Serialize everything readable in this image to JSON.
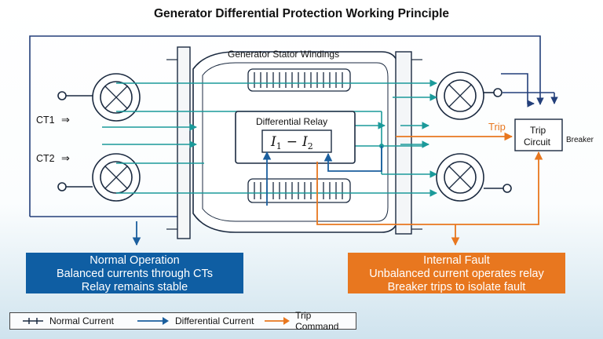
{
  "title": "Generator Differential Protection Working Principle",
  "labels": {
    "stator": "Generator Stator Windings",
    "relay": "Differential Relay",
    "formula_i1": "I",
    "formula_sub1": "1",
    "formula_op": "−",
    "formula_i2": "I",
    "formula_sub2": "2",
    "ct1": "CT1",
    "ct2": "CT2",
    "trip": "Trip",
    "trip_circuit_1": "Trip",
    "trip_circuit_2": "Circuit",
    "breaker": "Breaker"
  },
  "normal_box": {
    "line1": "Normal Operation",
    "line2": "Balanced currents through CTs",
    "line3": "Relay remains stable"
  },
  "fault_box": {
    "line1": "Internal Fault",
    "line2": "Unbalanced current operates relay",
    "line3": "Breaker trips to isolate fault"
  },
  "legend": {
    "normal": "Normal Current",
    "differential": "Differential Current",
    "trip": "Trip Command"
  },
  "colors": {
    "teal": "#1b9a9a",
    "blue": "#1b5f9e",
    "orange": "#e8771f",
    "navy": "#233f7a",
    "box_blue": "#0f5ea3",
    "box_orange": "#e8771f"
  }
}
